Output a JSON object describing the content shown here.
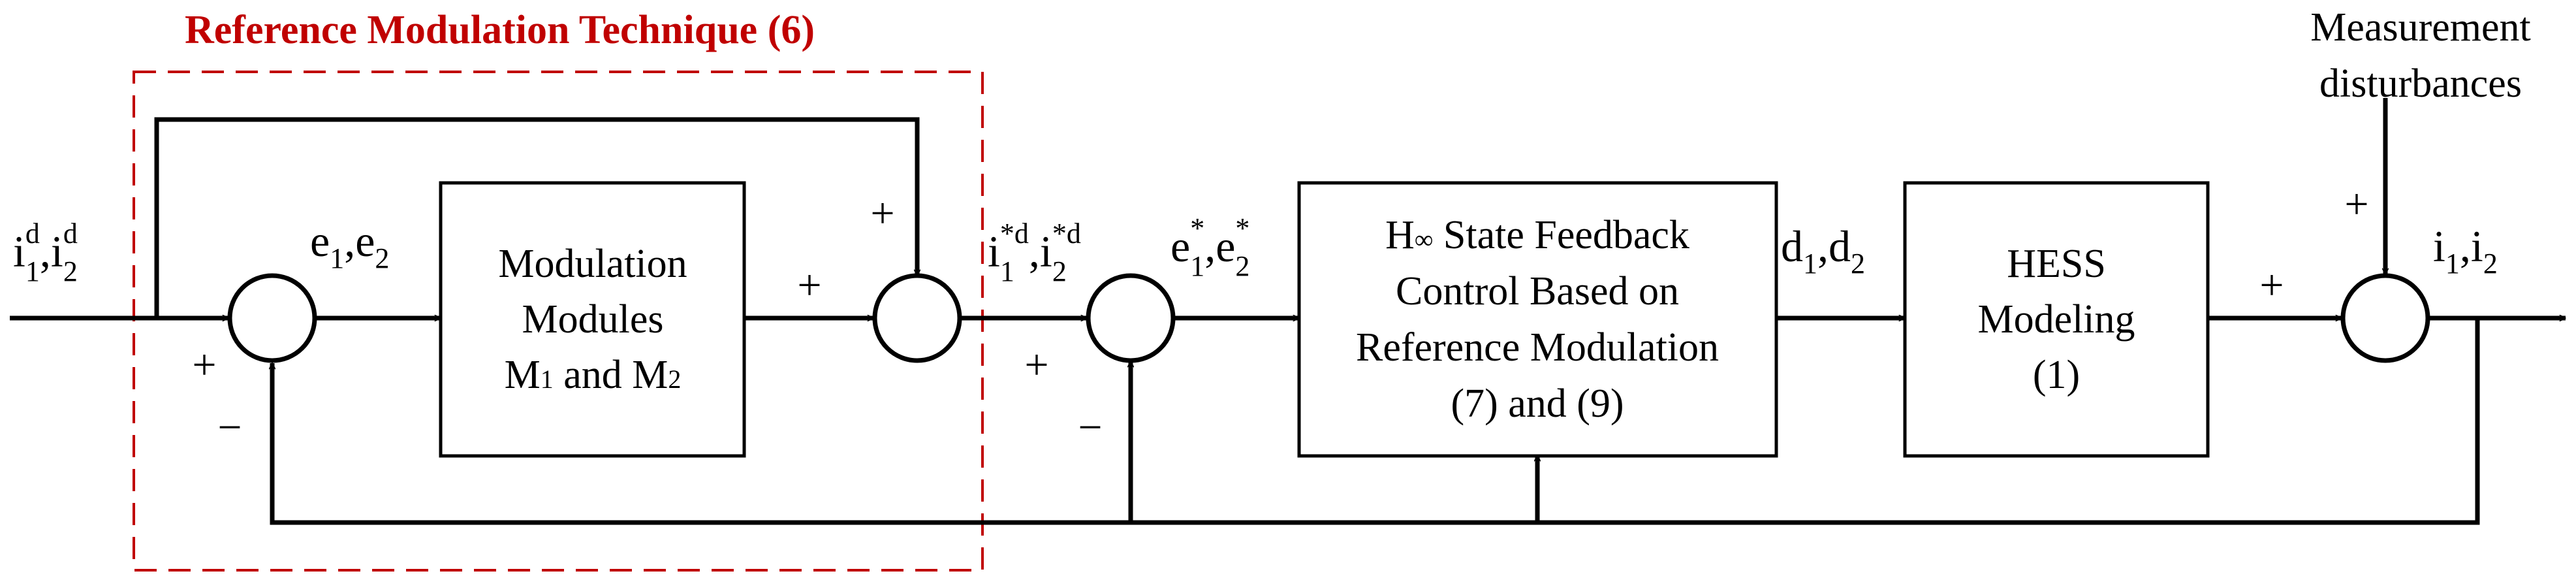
{
  "colors": {
    "ink": "#000000",
    "accent": "#c00000",
    "background": "#ffffff"
  },
  "technique": {
    "title": "Reference Modulation Technique (6)"
  },
  "inputs": {
    "reference": {
      "base1": "i",
      "sub1": "1",
      "sup1": "d",
      "sep": ",",
      "base2": "i",
      "sub2": "2",
      "sup2": "d"
    },
    "error": {
      "base1": "e",
      "sub1": "1",
      "sep": ",",
      "base2": "e",
      "sub2": "2"
    },
    "modulated_reference": {
      "base1": "i",
      "sub1": "1",
      "sup1": "*d",
      "sep": ",",
      "base2": "i",
      "sub2": "2",
      "sup2": "*d"
    },
    "modulated_error": {
      "base1": "e",
      "sub1": "1",
      "sup1": "*",
      "sep": ",",
      "base2": "e",
      "sub2": "2",
      "sup2": "*"
    },
    "duty": {
      "base1": "d",
      "sub1": "1",
      "sep": ",",
      "base2": "d",
      "sub2": "2"
    },
    "output": {
      "base1": "i",
      "sub1": "1",
      "sep": ",",
      "base2": "i",
      "sub2": "2"
    }
  },
  "blocks": {
    "modulation": {
      "line1": "Modulation",
      "line2": "Modules",
      "l3_a": "M",
      "l3_a_sub": "1",
      "l3_mid": " and M",
      "l3_b_sub": "2"
    },
    "controller": {
      "l1_a": "H",
      "l1_sub": "∞",
      "l1_b": " State Feedback",
      "line2": "Control Based on",
      "line3": "Reference Modulation",
      "line4": "(7) and (9)"
    },
    "hess": {
      "line1": "HESS",
      "line2": "Modeling",
      "line3": "(1)"
    }
  },
  "disturbance": {
    "line1": "Measurement",
    "line2": "disturbances"
  },
  "signs": {
    "plus": "+",
    "minus": "−"
  }
}
